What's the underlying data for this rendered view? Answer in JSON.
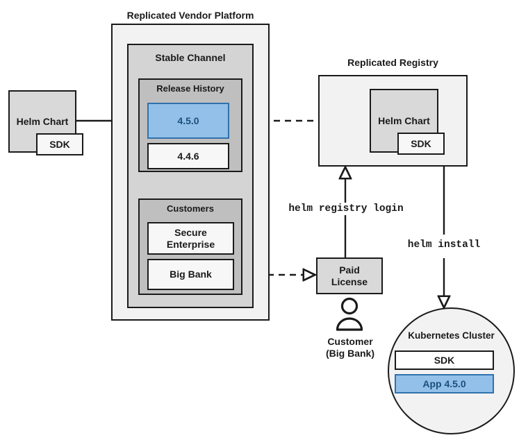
{
  "diagram": {
    "title": "Replicated vendor platform helm distribution flow",
    "colors": {
      "accent_blue_fill": "#93c0e8",
      "accent_blue_border": "#2f72ad",
      "accent_blue_text": "#1b4f7e",
      "outer_fill": "#f2f2f2",
      "channel_fill": "#d4d4d4",
      "release_fill": "#bfbfbf",
      "gray_fill": "#d9d9d9",
      "white_fill": "#f7f7f7",
      "stroke": "#1a1a1a"
    }
  },
  "source_chart": {
    "label": "Helm Chart",
    "sdk_label": "SDK"
  },
  "platform": {
    "title": "Replicated Vendor Platform",
    "channel": {
      "title": "Stable Channel",
      "release_history": {
        "title": "Release History",
        "versions": [
          {
            "label": "4.5.0",
            "state": "selected"
          },
          {
            "label": "4.4.6",
            "state": "normal"
          }
        ]
      },
      "customers": {
        "title": "Customers",
        "items": [
          {
            "label": "Secure\nEnterprise"
          },
          {
            "label": "Big Bank"
          }
        ]
      }
    }
  },
  "registry": {
    "title": "Replicated Registry",
    "chart": {
      "label": "Helm Chart",
      "sdk_label": "SDK"
    }
  },
  "license": {
    "label": "Paid\nLicense"
  },
  "customer": {
    "label": "Customer\n(Big Bank)",
    "icon": "person-icon"
  },
  "commands": {
    "registry_login": "helm registry login",
    "install": "helm install"
  },
  "cluster": {
    "title": "Kubernetes Cluster",
    "items": [
      {
        "label": "SDK",
        "state": "normal"
      },
      {
        "label": "App 4.5.0",
        "state": "selected"
      }
    ]
  }
}
